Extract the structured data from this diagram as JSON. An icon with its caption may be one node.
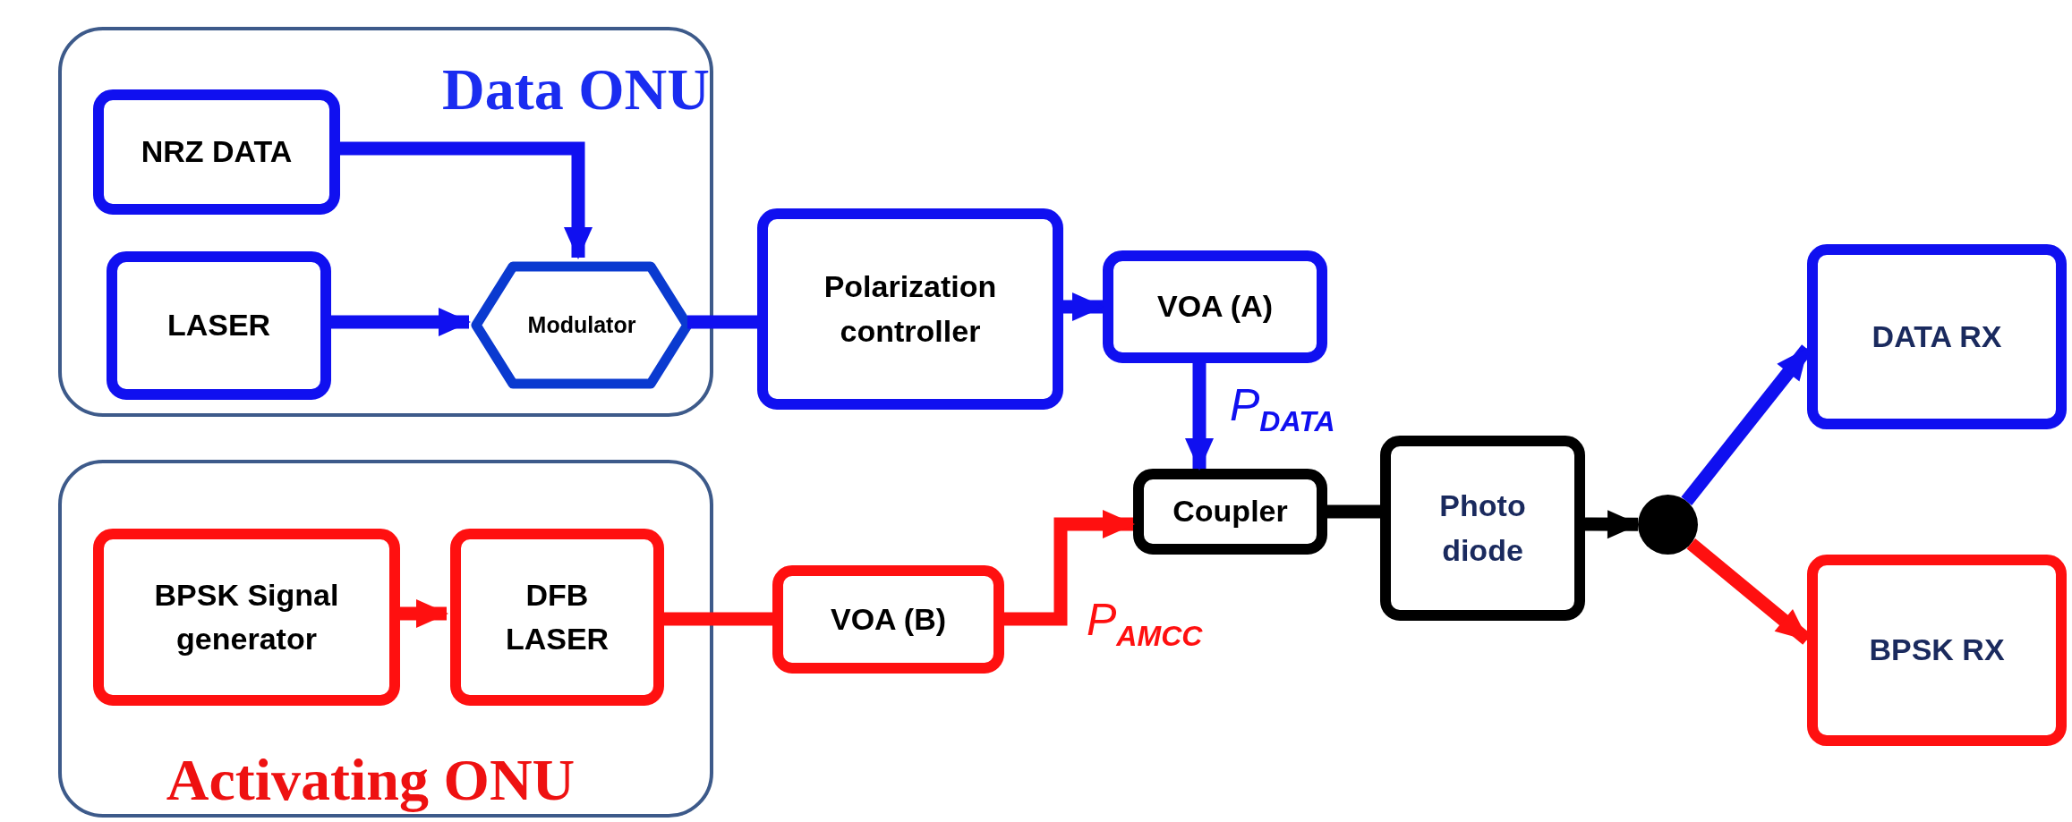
{
  "diagram": {
    "nodes": [
      {
        "text": [
          "Data ONU"
        ]
      },
      {
        "text": [
          "NRZ DATA"
        ],
        "in": 0
      },
      {
        "text": [
          "LASER"
        ],
        "in": 0
      },
      {
        "text": [
          "Modulator"
        ],
        "in": 0
      },
      {
        "text": [
          "Polarization controller"
        ]
      },
      {
        "text": [
          "VOA (A)"
        ]
      },
      {
        "text": [
          "Activating ONU"
        ]
      },
      {
        "text": [
          "BPSK Signal generator"
        ],
        "in": 6
      },
      {
        "text": [
          "DFB LASER"
        ],
        "in": 6
      },
      {
        "text": [
          "VOA (B)"
        ]
      },
      {
        "text": [
          "Coupler"
        ]
      },
      {
        "text": [
          "Photo diode"
        ]
      },
      {
        "text": [],
        "shape": "circle"
      },
      {
        "text": [
          "DATA RX"
        ]
      },
      {
        "text": [
          "BPSK RX"
        ]
      }
    ],
    "edges": [
      {
        "from": 1,
        "to": 3,
        "arrow": "to"
      },
      {
        "from": 2,
        "to": 3,
        "arrow": "to"
      },
      {
        "from": 3,
        "to": 4,
        "arrow": "none"
      },
      {
        "from": 4,
        "to": 5,
        "arrow": "to"
      },
      {
        "from": 5,
        "to": 10,
        "arrow": "to",
        "label": "P$_{DATA}$"
      },
      {
        "from": 7,
        "to": 8,
        "arrow": "to",
        "color": "#ff1010"
      },
      {
        "from": 8,
        "to": 9,
        "arrow": "none",
        "color": "#ff1010"
      },
      {
        "from": 9,
        "to": 10,
        "arrow": "to",
        "color": "#ff1010",
        "label": "P$_{AMCC}$"
      },
      {
        "from": 10,
        "to": 11,
        "arrow": "none",
        "color": "#000000"
      },
      {
        "from": 11,
        "to": 12,
        "arrow": "to",
        "color": "#000000"
      },
      {
        "from": 12,
        "to": 13,
        "arrow": "to"
      },
      {
        "from": 12,
        "to": 14,
        "arrow": "to",
        "color": "#ff1010"
      }
    ]
  }
}
